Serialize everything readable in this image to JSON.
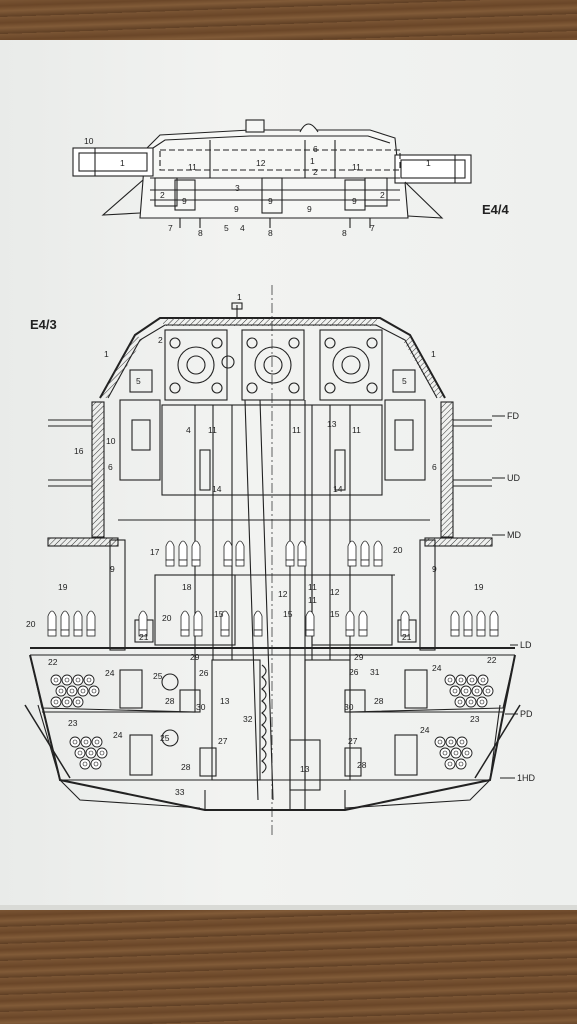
{
  "figures": {
    "upper": {
      "label": "E4/4"
    },
    "lower": {
      "label": "E4/3"
    }
  },
  "upper_callouts": [
    "10",
    "1",
    "12",
    "6",
    "1",
    "2",
    "2",
    "11",
    "3",
    "11",
    "2",
    "1",
    "9",
    "9",
    "9",
    "9",
    "9",
    "7",
    "8",
    "5",
    "4",
    "8",
    "8",
    "7"
  ],
  "lower_callouts": [
    "1",
    "2",
    "1",
    "5",
    "5",
    "1",
    "10",
    "16",
    "6",
    "4",
    "11",
    "14",
    "14",
    "11",
    "13",
    "11",
    "6",
    "17",
    "9",
    "20",
    "9",
    "19",
    "18",
    "12",
    "11",
    "15",
    "15",
    "11",
    "12",
    "15",
    "19",
    "20",
    "21",
    "20",
    "21",
    "22",
    "29",
    "29",
    "22",
    "24",
    "25",
    "24",
    "26",
    "26",
    "31",
    "28",
    "30",
    "28",
    "30",
    "23",
    "32",
    "23",
    "24",
    "24",
    "25",
    "27",
    "27",
    "28",
    "13",
    "13",
    "28",
    "33"
  ],
  "deck_labels": [
    "FD",
    "UD",
    "MD",
    "LD",
    "PD",
    "1HD"
  ],
  "colors": {
    "paper": "#eef0ee",
    "ink": "#222222",
    "wood": "#6b4a2e"
  }
}
